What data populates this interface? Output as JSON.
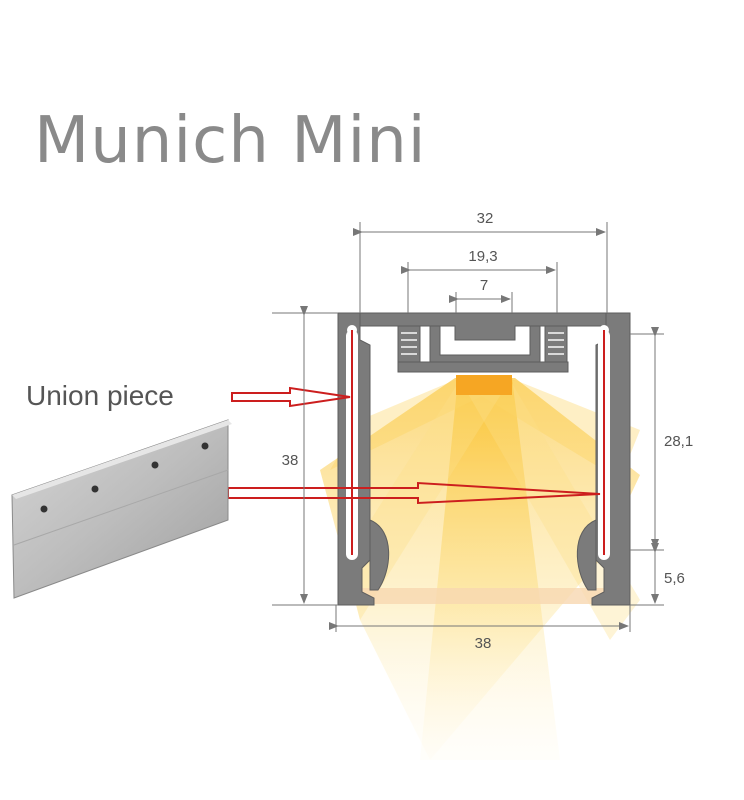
{
  "title": "Munich Mini",
  "union_label": "Union piece",
  "dimensions": {
    "top_width": "32",
    "inner_width": "19,3",
    "slot_width": "7",
    "height": "38",
    "inner_height": "28,1",
    "foot_height": "5,6",
    "bottom_width": "38"
  },
  "colors": {
    "profile": "#7b7b7b",
    "light": "#f7c431",
    "arrow": "#cc1e1e",
    "dimension_line": "#777777"
  }
}
